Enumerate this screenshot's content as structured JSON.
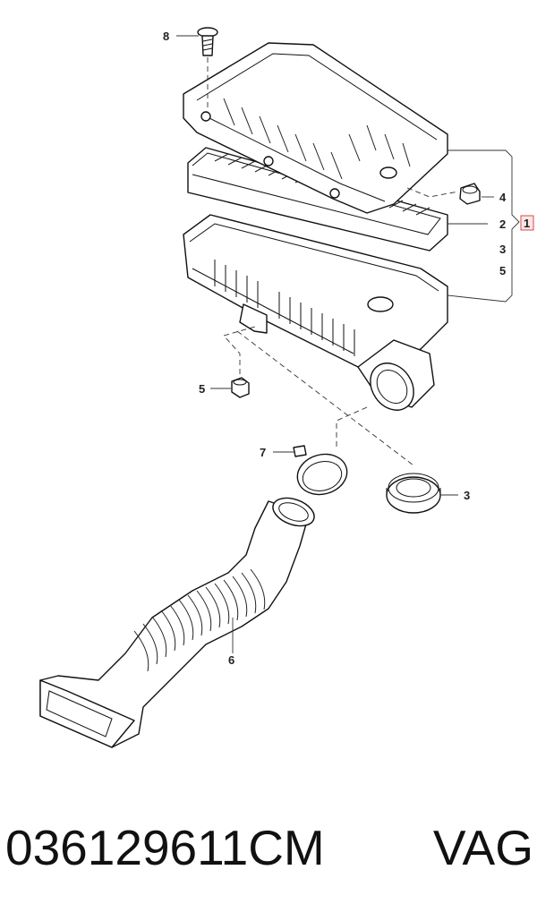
{
  "callouts": {
    "c8": "8",
    "c4": "4",
    "c2": "2",
    "c1": "1",
    "c3a": "3",
    "c5a": "5",
    "c5b": "5",
    "c7": "7",
    "c3b": "3",
    "c6": "6"
  },
  "footer": {
    "part_number": "036129611CM",
    "brand": "VAG"
  },
  "colors": {
    "highlight_border": "#d94a4a",
    "highlight_fill": "#fde5e5"
  }
}
